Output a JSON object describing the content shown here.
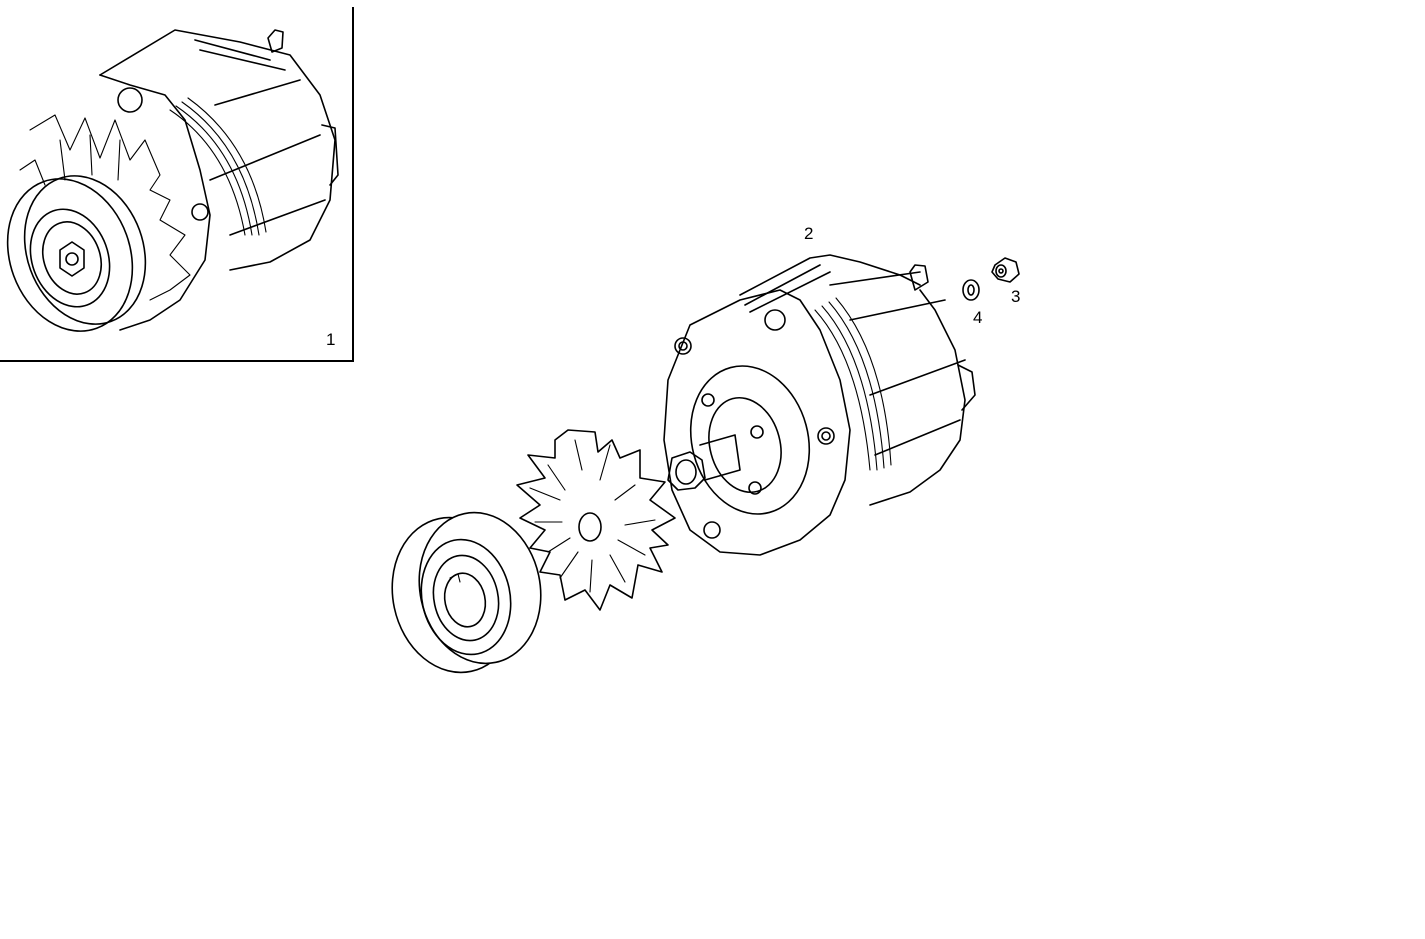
{
  "diagram": {
    "type": "exploded-parts-view",
    "subject": "alternator assembly",
    "inset": {
      "label": "1",
      "description": "assembled alternator with pulley and fan"
    },
    "callouts": [
      {
        "id": "1",
        "label": "1",
        "part": "alternator-assembly"
      },
      {
        "id": "2",
        "label": "2",
        "part": "alternator-body"
      },
      {
        "id": "3",
        "label": "3",
        "part": "nut"
      },
      {
        "id": "4",
        "label": "4",
        "part": "washer"
      }
    ],
    "unlabeled_parts": [
      "pulley",
      "cooling-fan"
    ],
    "colors": {
      "line": "#000000",
      "background": "#ffffff"
    }
  }
}
